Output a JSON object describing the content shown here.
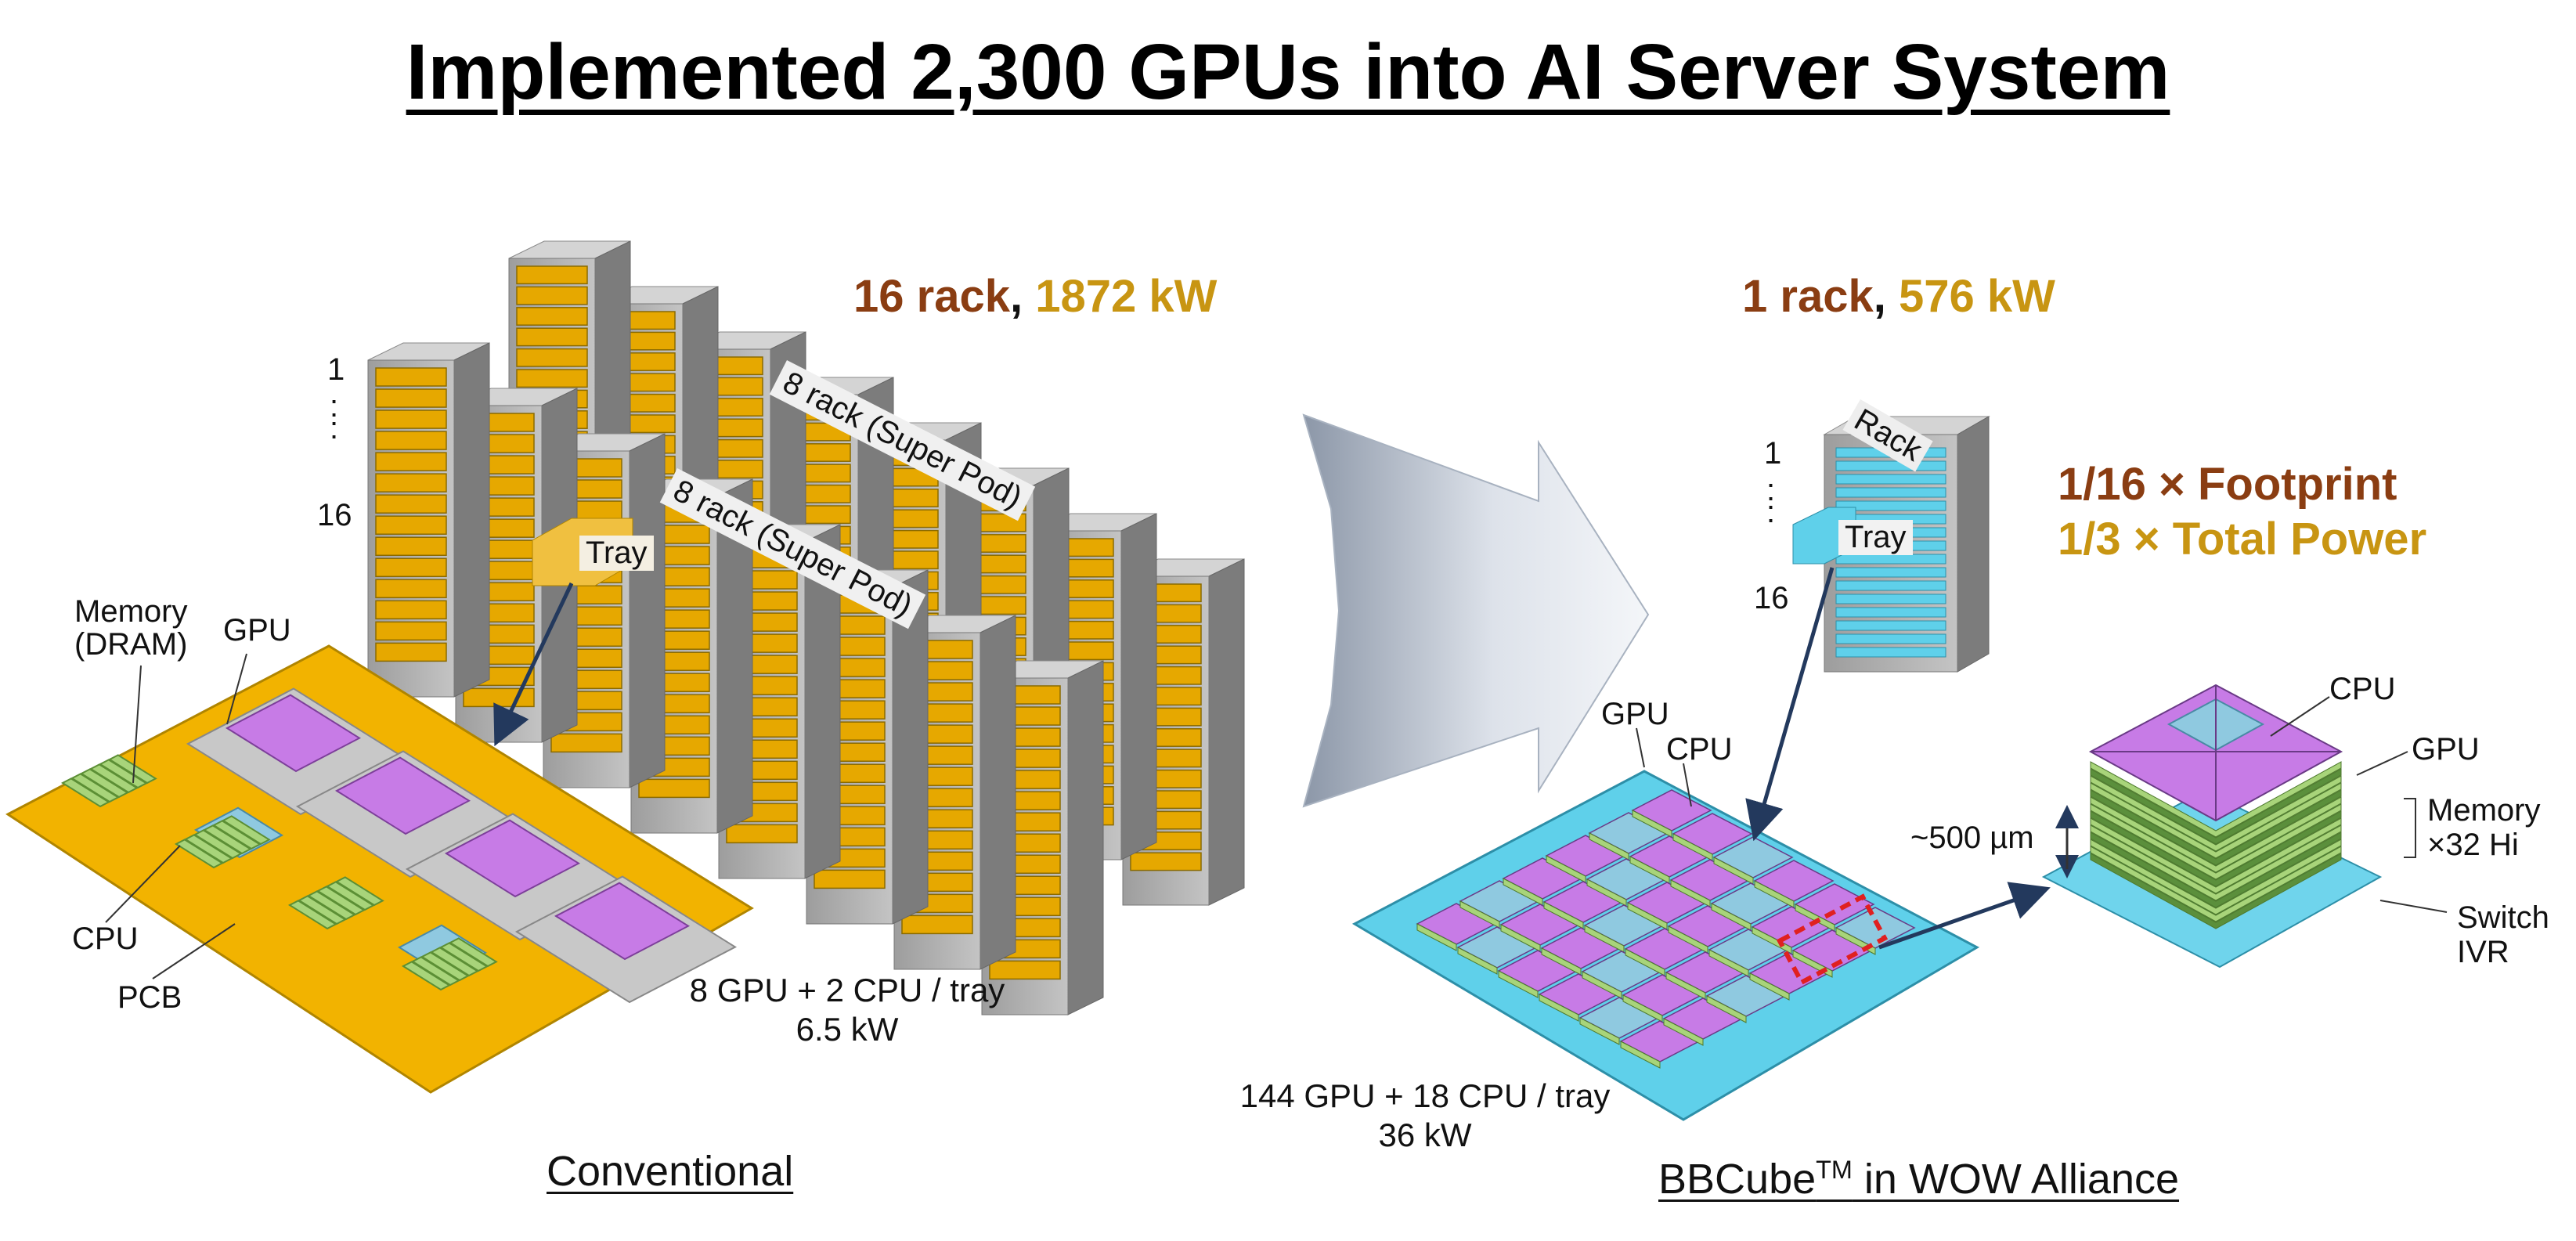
{
  "title": "Implemented 2,300 GPUs into AI Server System",
  "conventional": {
    "caption": "Conventional",
    "racks_count": "16 rack",
    "separator": ",",
    "power": "1872 kW",
    "super_pod_label": "8 rack (Super Pod)",
    "rack_index_top": "1",
    "rack_index_bottom": "16",
    "rack_index_dots": ":\n:",
    "tray_label": "Tray",
    "memory_label_line1": "Memory",
    "memory_label_line2": "(DRAM)",
    "gpu_label": "GPU",
    "cpu_label": "CPU",
    "pcb_label": "PCB",
    "tray_spec_line1": "8 GPU + 2 CPU / tray",
    "tray_spec_line2": "6.5 kW"
  },
  "bbcube": {
    "caption_main": "BBCube",
    "caption_tm": "TM",
    "caption_rest": " in WOW Alliance",
    "racks_count": "1 rack",
    "separator": ",",
    "power": "576 kW",
    "rack_label": "Rack",
    "rack_index_top": "1",
    "rack_index_bottom": "16",
    "tray_label": "Tray",
    "footprint": "1/16 × Footprint",
    "total_power": "1/3 × Total Power",
    "gpu_label": "GPU",
    "cpu_label": "CPU",
    "tray_spec_line1": "144 GPU + 18 CPU / tray",
    "tray_spec_line2": "36 kW",
    "cube_cpu_label": "CPU",
    "cube_gpu_label": "GPU",
    "cube_height_label": "~500 µm",
    "cube_memory_line1": "Memory",
    "cube_memory_line2": "×32 Hi",
    "cube_switch_label": "Switch",
    "cube_ivr_label": "IVR"
  },
  "colors": {
    "rack_gray": "#b5b5b5",
    "rack_slot_gold": "#e6a800",
    "pcb_gold": "#f2b300",
    "gpu_purple": "#c77be6",
    "memory_green": "#a8d47a",
    "cpu_blue": "#8fc9e0",
    "bbcube_tray_cyan": "#5fd0ea",
    "arrow_navy": "#23395d",
    "text_brown": "#8a3d12",
    "text_gold": "#c89512",
    "highlight_red": "#e02020"
  }
}
